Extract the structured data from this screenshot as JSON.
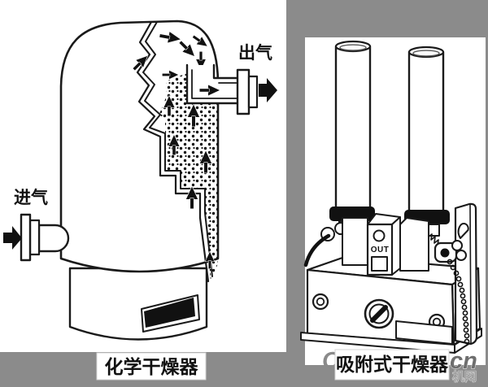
{
  "left_panel": {
    "caption": "化学干燥器",
    "inlet_label": "进气",
    "outlet_label": "出气"
  },
  "right_panel": {
    "caption": "吸附式干燥器",
    "port_label": "OUT"
  },
  "watermark": {
    "partial_letter": "C",
    "suffix": "cn",
    "site_name": "机网"
  },
  "colors": {
    "ink": "#1a1a1a",
    "solid_black": "#111111",
    "panel_gray": "#8b8b8b",
    "paper_white": "#ffffff",
    "watermark_dark": "#6e6e6e",
    "watermark_light": "#9d9d9d"
  }
}
